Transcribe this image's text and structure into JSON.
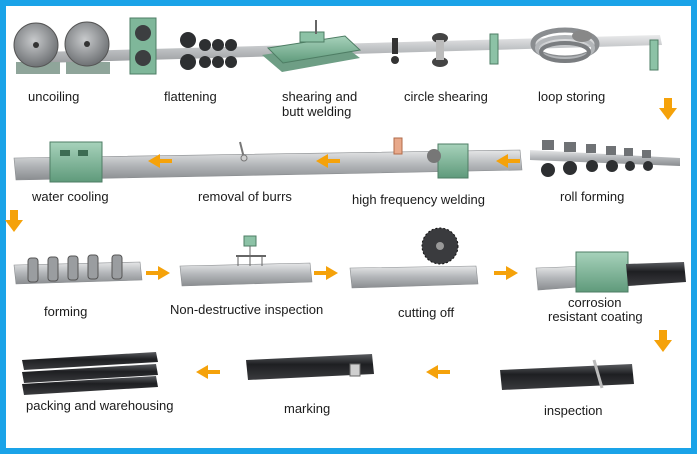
{
  "steps": {
    "uncoiling": "uncoiling",
    "flattening": "flattening",
    "shearing_line1": "shearing and",
    "shearing_line2": "butt welding",
    "circle_shearing": "circle shearing",
    "loop_storing": "loop storing",
    "roll_forming": "roll forming",
    "hf_welding": "high frequency welding",
    "removal_burrs": "removal of burrs",
    "water_cooling": "water cooling",
    "forming": "forming",
    "ndt": "Non-destructive inspection",
    "cutting_off": "cutting off",
    "corrosion_line1": "corrosion",
    "corrosion_line2": "resistant coating",
    "inspection": "inspection",
    "marking": "marking",
    "packing": "packing and warehousing"
  },
  "colors": {
    "border": "#1aa3e8",
    "arrow": "#f5a20a",
    "machine_green": "#7fb79a",
    "steel": "#b9bcbf",
    "pipe_black": "#1e1f22"
  },
  "icons": {
    "arrow": "orange-flow-arrow",
    "coil": "steel-coil-icon",
    "rollers": "roller-set-icon",
    "pipe": "pipe-icon",
    "saw": "saw-blade-icon"
  }
}
